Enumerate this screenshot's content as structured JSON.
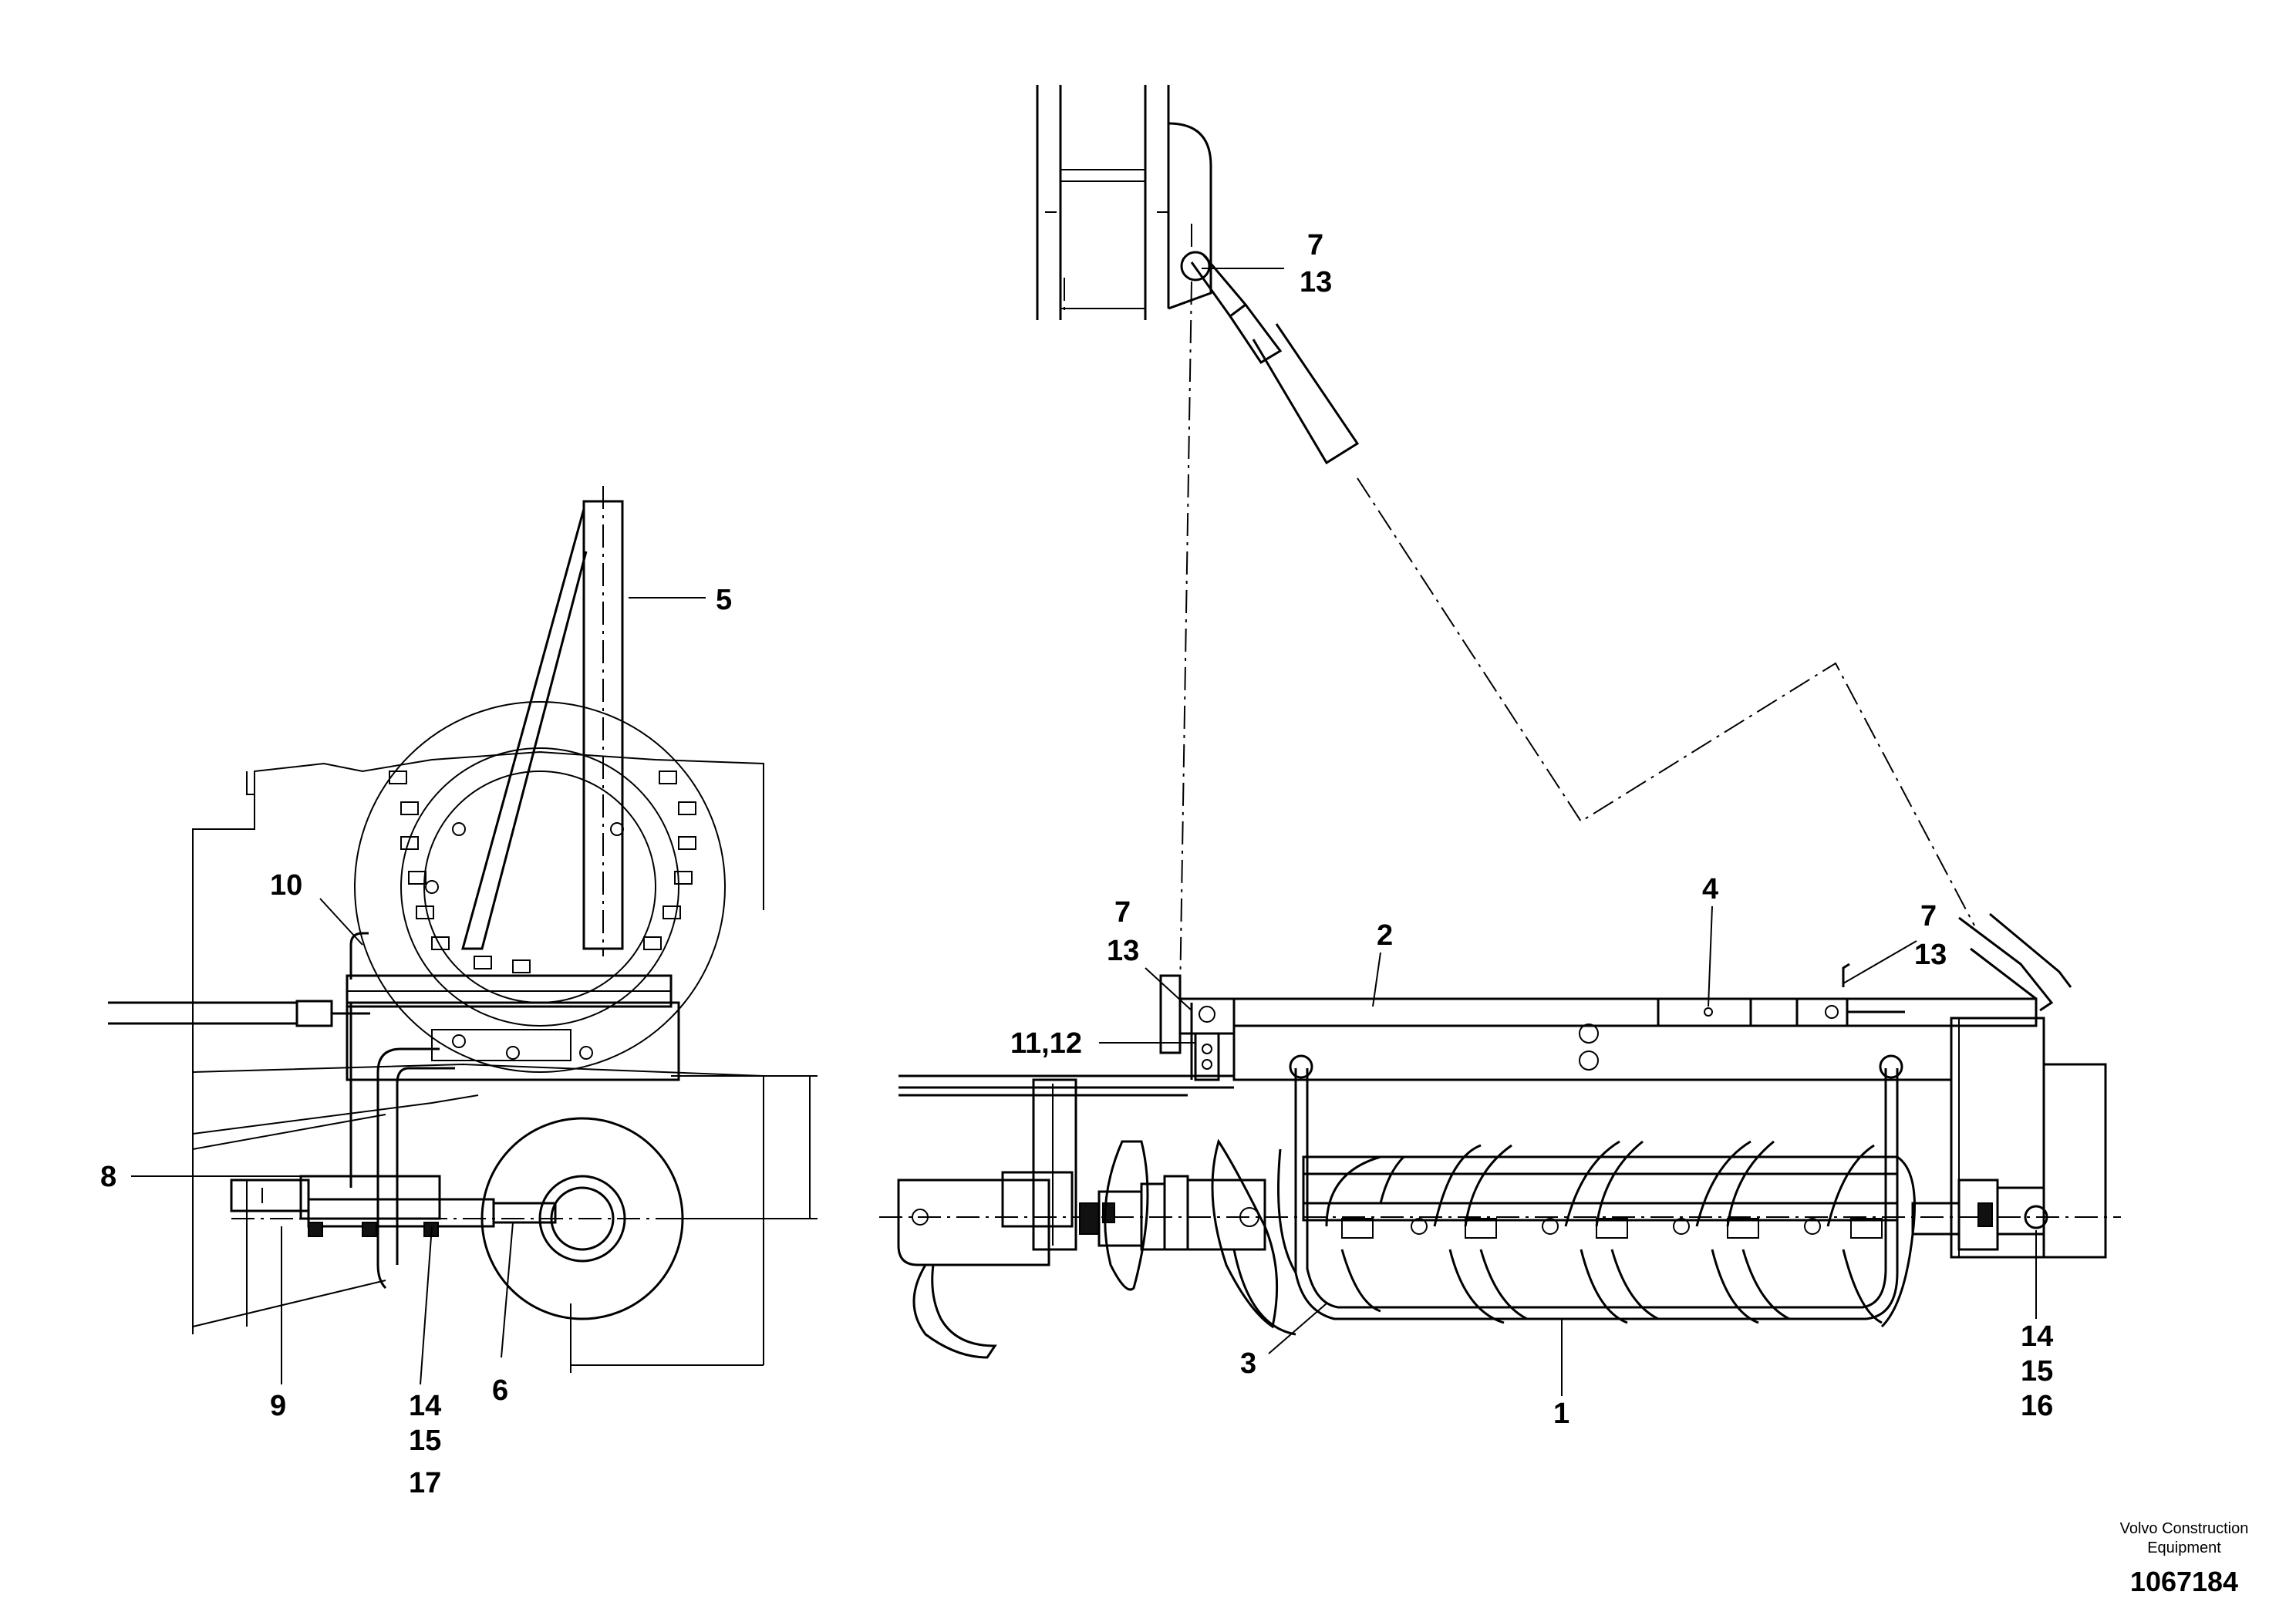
{
  "callouts": {
    "c7_top": "7",
    "c13_top": "13",
    "c5": "5",
    "c10": "10",
    "c8": "8",
    "c9": "9",
    "c14_left": "14",
    "c15_left": "15",
    "c17": "17",
    "c6": "6",
    "c7_mid": "7",
    "c13_mid": "13",
    "c2": "2",
    "c4": "4",
    "c7_right": "7",
    "c13_right": "13",
    "c11_12": "11,12",
    "c3": "3",
    "c1": "1",
    "c14_right": "14",
    "c15_right": "15",
    "c16": "16"
  },
  "footer": {
    "brand_line1": "Volvo Construction",
    "brand_line2": "Equipment",
    "drawing_number": "1067184"
  }
}
